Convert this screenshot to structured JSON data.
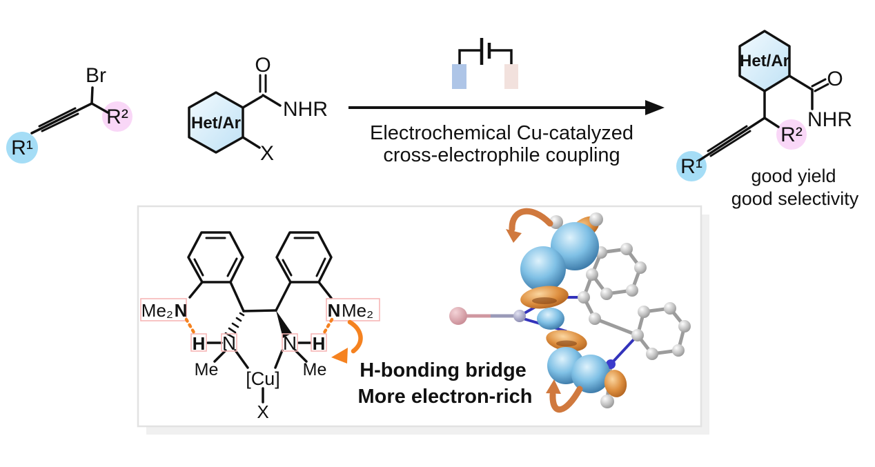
{
  "colors": {
    "r1_highlight": "#a5ddf6",
    "r2_highlight": "#f9d7f7",
    "hetar_text": "#1a15dd",
    "anode": "#aec5e7",
    "cathode": "#f2e1dd",
    "orange": "#f58220",
    "h_red": "#9b1b1b",
    "n_blue": "#2222dd"
  },
  "reactant1": {
    "br": "Br",
    "r1": "R¹",
    "r2": "R²"
  },
  "reactant2": {
    "ring": "Het/Ar",
    "o": "O",
    "nhr": "NHR",
    "x": "X"
  },
  "conditions": {
    "line1": "Electrochemical Cu-catalyzed",
    "line2": "cross-electrophile coupling"
  },
  "product": {
    "ring": "Het/Ar",
    "o": "O",
    "nhr": "NHR",
    "r1": "R¹",
    "r2": "R²",
    "note1": "good yield",
    "note2": "good selectivity"
  },
  "catalyst": {
    "me2_left": "Me₂",
    "n_amine_left": "N",
    "h_left": "H",
    "n_left": "N",
    "me_left": "Me",
    "cu": "[Cu]",
    "x": "X",
    "n_right": "N",
    "h_right": "H",
    "n_amine_right": "N",
    "me2_right": "Me₂",
    "me_right": "Me",
    "annotation1": "H-bonding bridge",
    "annotation2": "More electron-rich"
  }
}
